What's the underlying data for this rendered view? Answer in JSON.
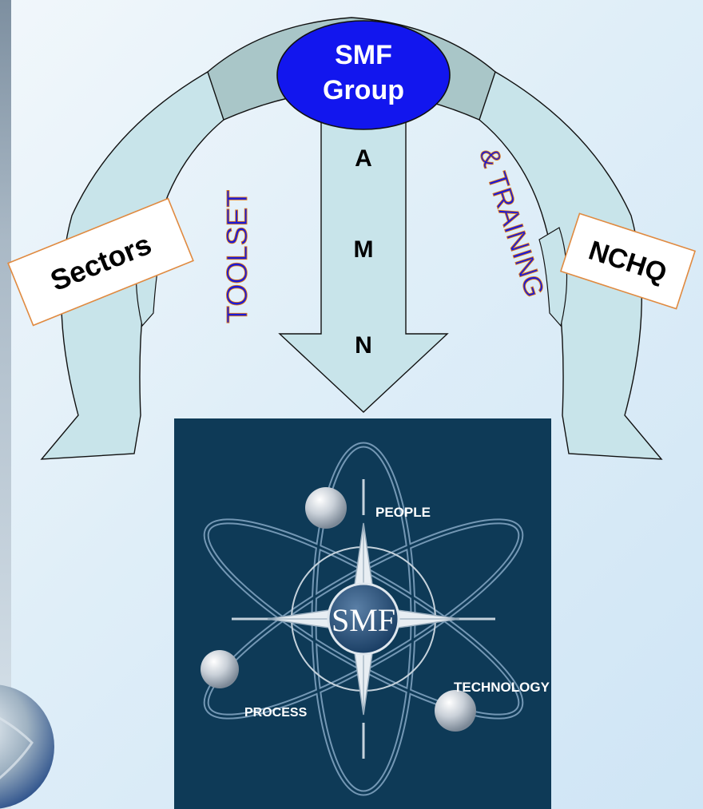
{
  "hub": {
    "line1": "SMF",
    "line2": "Group"
  },
  "arrow_letters": [
    "A",
    "M",
    "N"
  ],
  "left_box": "Sectors",
  "right_box": "NCHQ",
  "left_vertical_text": "TOOLSET",
  "right_vertical_text": "& TRAINING",
  "emblem": {
    "center": "SMF",
    "people": "PEOPLE",
    "technology": "TECHNOLOGY",
    "process": "PROCESS"
  },
  "colors": {
    "arrow_fill": "#c8e4ea",
    "arch_fill": "#a9c6c8",
    "hub_fill": "#1216ee",
    "text_blue": "#1a1ad8",
    "text_orange": "#e07a18",
    "box_border": "#e08a40",
    "emblem_bg": "#0e3a57"
  }
}
